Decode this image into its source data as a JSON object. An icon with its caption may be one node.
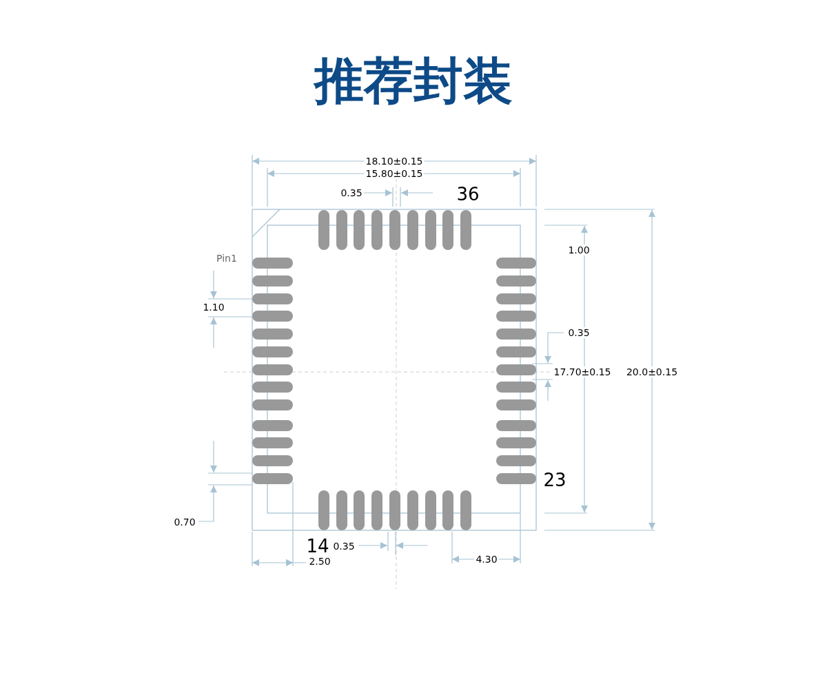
{
  "diagram": {
    "title": "推荐封装",
    "labels": [
      "18.10±0.15",
      "15.80±0.15",
      "0.35",
      "36",
      "1.00",
      "Pin1",
      "1.10",
      "0.35",
      "17.70±0.15",
      "20.0±0.15",
      "23",
      "0.70",
      "14",
      "0.35",
      "4.30",
      "2.50"
    ]
  }
}
